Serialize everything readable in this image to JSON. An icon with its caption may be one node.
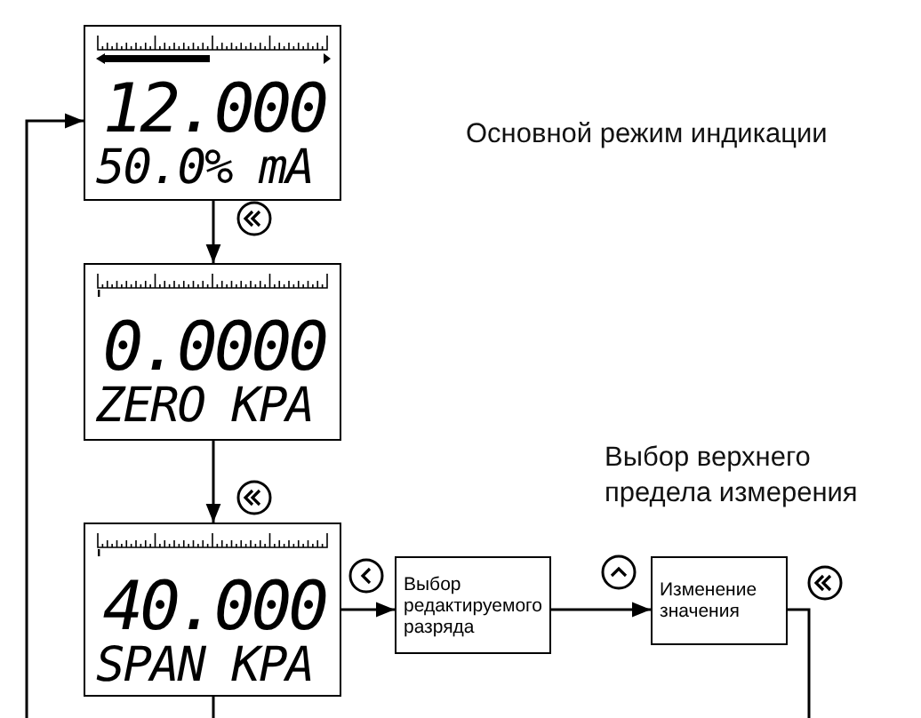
{
  "diagram": {
    "nodes": [
      {
        "text": [
          "12.000",
          "50.0% mA"
        ]
      },
      {
        "text": [
          "0.0000",
          "ZERO KPA"
        ]
      },
      {
        "text": [
          "40.000",
          "SPAN KPA"
        ]
      },
      {
        "text": [
          "Выбор редактируемого разряда"
        ]
      },
      {
        "text": [
          "Изменение значения"
        ]
      }
    ],
    "edges": [
      {
        "from": 0,
        "to": 1,
        "arrow": "to"
      },
      {
        "from": 1,
        "to": 2,
        "arrow": "to"
      },
      {
        "from": 2,
        "to": 3,
        "arrow": "to"
      },
      {
        "from": 3,
        "to": 4,
        "arrow": "to"
      },
      {
        "from": null,
        "to": 0,
        "arrow": "to"
      },
      {
        "from": 2,
        "to": null,
        "arrow": "none"
      },
      {
        "from": 4,
        "to": null,
        "arrow": "none"
      }
    ],
    "labels": [
      "Основной режим индикации",
      "Выбор верхнего предела измерения"
    ]
  }
}
